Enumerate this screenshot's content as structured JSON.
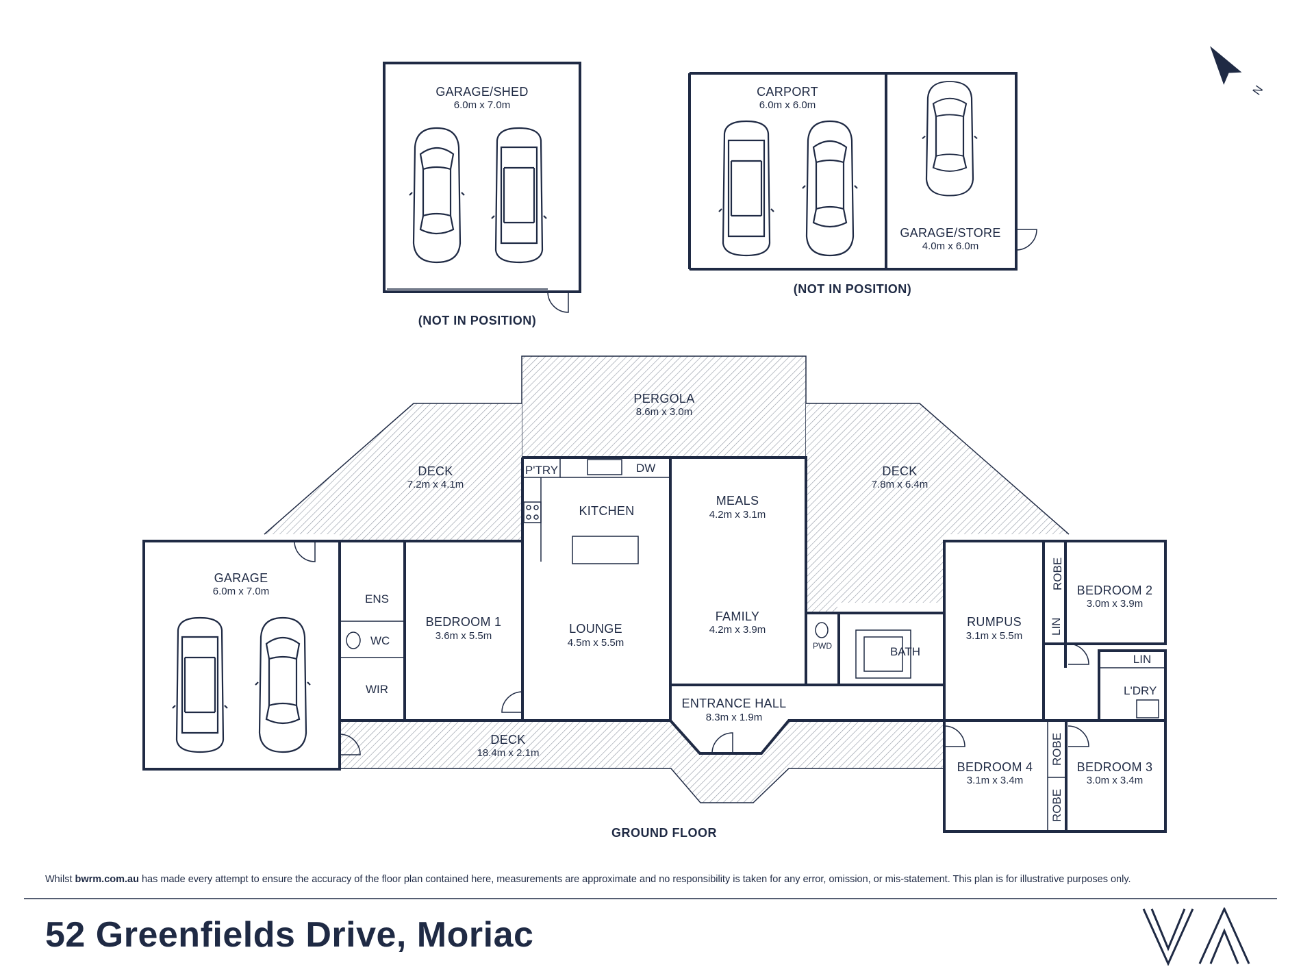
{
  "compass": {
    "label": "N"
  },
  "outbuildings": {
    "garage_shed": {
      "name": "GARAGE/SHED",
      "dims": "6.0m x 7.0m",
      "note": "(NOT IN POSITION)"
    },
    "carport": {
      "name": "CARPORT",
      "dims": "6.0m x 6.0m"
    },
    "garage_store": {
      "name": "GARAGE/STORE",
      "dims": "4.0m x 6.0m"
    },
    "carport_note": "(NOT IN POSITION)"
  },
  "rooms": {
    "pergola": {
      "name": "PERGOLA",
      "dims": "8.6m x 3.0m"
    },
    "deck_left": {
      "name": "DECK",
      "dims": "7.2m x 4.1m"
    },
    "deck_right": {
      "name": "DECK",
      "dims": "7.8m x 6.4m"
    },
    "deck_front": {
      "name": "DECK",
      "dims": "18.4m x 2.1m"
    },
    "garage": {
      "name": "GARAGE",
      "dims": "6.0m x 7.0m"
    },
    "bedroom1": {
      "name": "BEDROOM 1",
      "dims": "3.6m x 5.5m"
    },
    "kitchen": {
      "name": "KITCHEN"
    },
    "lounge": {
      "name": "LOUNGE",
      "dims": "4.5m x 5.5m"
    },
    "meals": {
      "name": "MEALS",
      "dims": "4.2m x 3.1m"
    },
    "family": {
      "name": "FAMILY",
      "dims": "4.2m x 3.9m"
    },
    "entrance": {
      "name": "ENTRANCE HALL",
      "dims": "8.3m x 1.9m"
    },
    "rumpus": {
      "name": "RUMPUS",
      "dims": "3.1m x 5.5m"
    },
    "bedroom2": {
      "name": "BEDROOM 2",
      "dims": "3.0m x 3.9m"
    },
    "bedroom3": {
      "name": "BEDROOM 3",
      "dims": "3.0m x 3.4m"
    },
    "bedroom4": {
      "name": "BEDROOM 4",
      "dims": "3.1m x 3.4m"
    }
  },
  "labels": {
    "ptry": "P'TRY",
    "dw": "DW",
    "ens": "ENS",
    "wc": "WC",
    "wir": "WIR",
    "pwd": "PWD",
    "bath": "BATH",
    "lin1": "LIN",
    "lin2": "LIN",
    "ldry": "L'DRY",
    "robe1": "ROBE",
    "robe2": "ROBE",
    "robe3": "ROBE"
  },
  "floor_title": "GROUND FLOOR",
  "disclaimer": {
    "prefix": "Whilst ",
    "site": "bwrm.com.au",
    "suffix": " has made every attempt to ensure the accuracy of the floor plan contained here, measurements are approximate and no responsibility is taken for any error, omission, or mis-statement. This plan is for illustrative purposes only."
  },
  "address": "52 Greenfields Drive, Moriac",
  "colors": {
    "ink": "#1f2a44",
    "hatch": "#9aa0aa"
  }
}
